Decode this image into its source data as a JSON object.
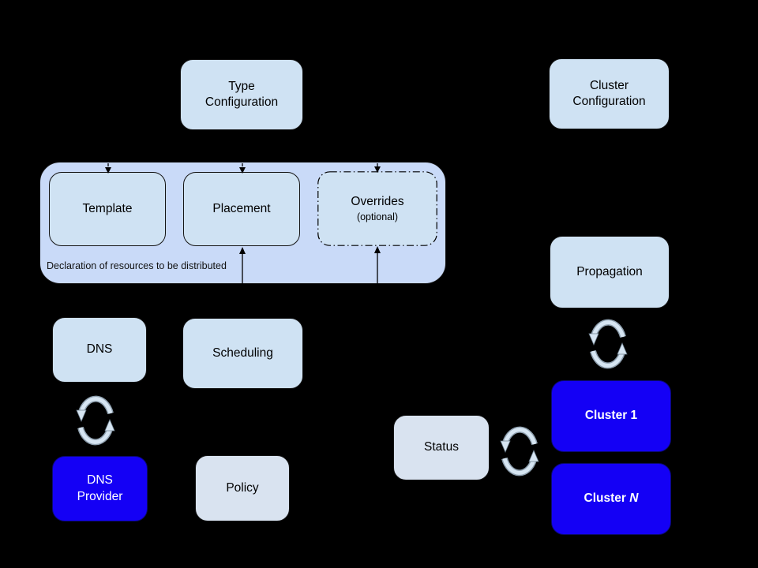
{
  "colors": {
    "background": "#000000",
    "light_box": "#cfe2f3",
    "group_container": "#c9daf8",
    "muted_box": "#d9e3f0",
    "accent_blue": "#1400f5",
    "text_dark": "#000000",
    "text_light": "#ffffff"
  },
  "nodes": {
    "type_configuration": {
      "label": "Type\nConfiguration"
    },
    "cluster_configuration": {
      "label": "Cluster\nConfiguration"
    },
    "template": {
      "label": "Template"
    },
    "placement": {
      "label": "Placement"
    },
    "overrides": {
      "label": "Overrides",
      "note": "(optional)"
    },
    "declaration_group": {
      "caption": "Declaration of resources to be distributed"
    },
    "dns": {
      "label": "DNS"
    },
    "scheduling": {
      "label": "Scheduling"
    },
    "dns_provider": {
      "label": "DNS\nProvider"
    },
    "policy": {
      "label": "Policy"
    },
    "propagation": {
      "label": "Propagation"
    },
    "status": {
      "label": "Status"
    },
    "cluster_1": {
      "label": "Cluster 1"
    },
    "cluster_n": {
      "label_prefix": "Cluster ",
      "label_emphasis": "N"
    }
  },
  "icons": {
    "sync_between_dns_and_provider": "sync-arrows-icon",
    "sync_between_propagation_and_cluster1": "sync-arrows-icon",
    "sync_between_status_and_cluster1": "sync-arrows-icon"
  }
}
